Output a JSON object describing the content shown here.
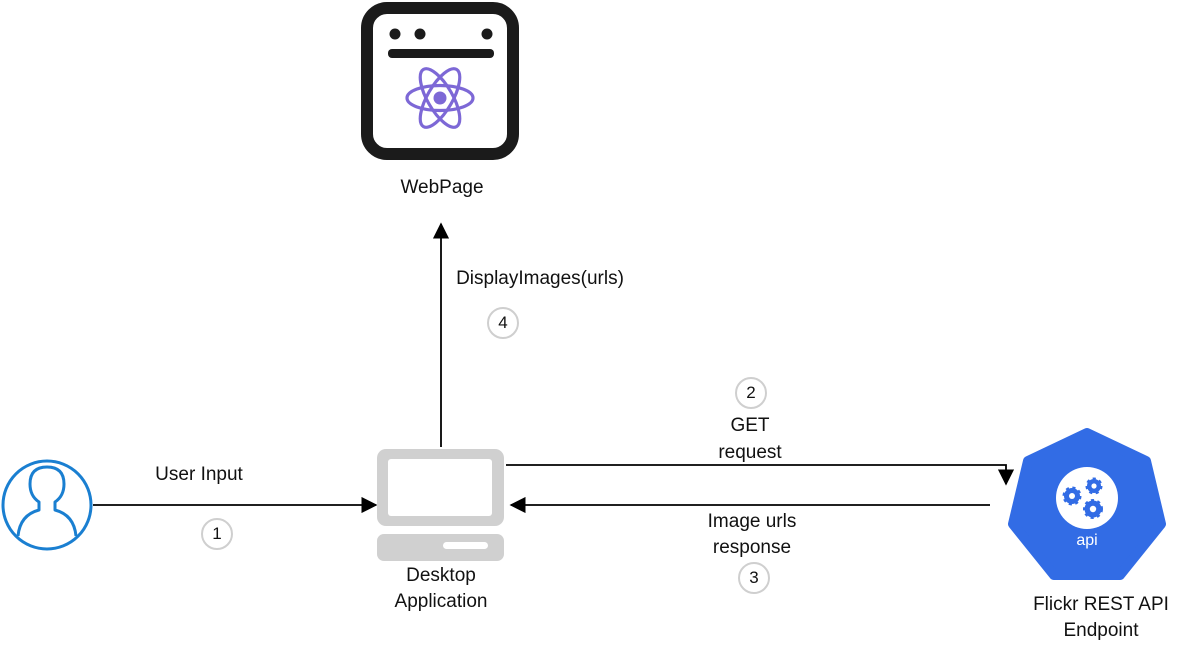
{
  "nodes": {
    "webpage": {
      "label": "WebPage"
    },
    "user": {
      "label": ""
    },
    "desktop": {
      "line1": "Desktop",
      "line2": "Application"
    },
    "api": {
      "badge_text": "api",
      "line1": "Flickr REST API",
      "line2": "Endpoint"
    }
  },
  "edges": {
    "user_input": {
      "label": "User Input",
      "step": "1"
    },
    "get_request": {
      "line1": "GET",
      "line2": "request",
      "step": "2"
    },
    "image_urls": {
      "line1": "Image urls",
      "line2": "response",
      "step": "3"
    },
    "display_images": {
      "label": "DisplayImages(urls)",
      "step": "4"
    }
  },
  "colors": {
    "user_blue": "#1a7fd1",
    "react_purple": "#7d68d6",
    "api_blue": "#326ce5",
    "window_frame": "#1b1b1b",
    "laptop_grey": "#d0d0d0",
    "badge_border": "#cfcfcf"
  }
}
